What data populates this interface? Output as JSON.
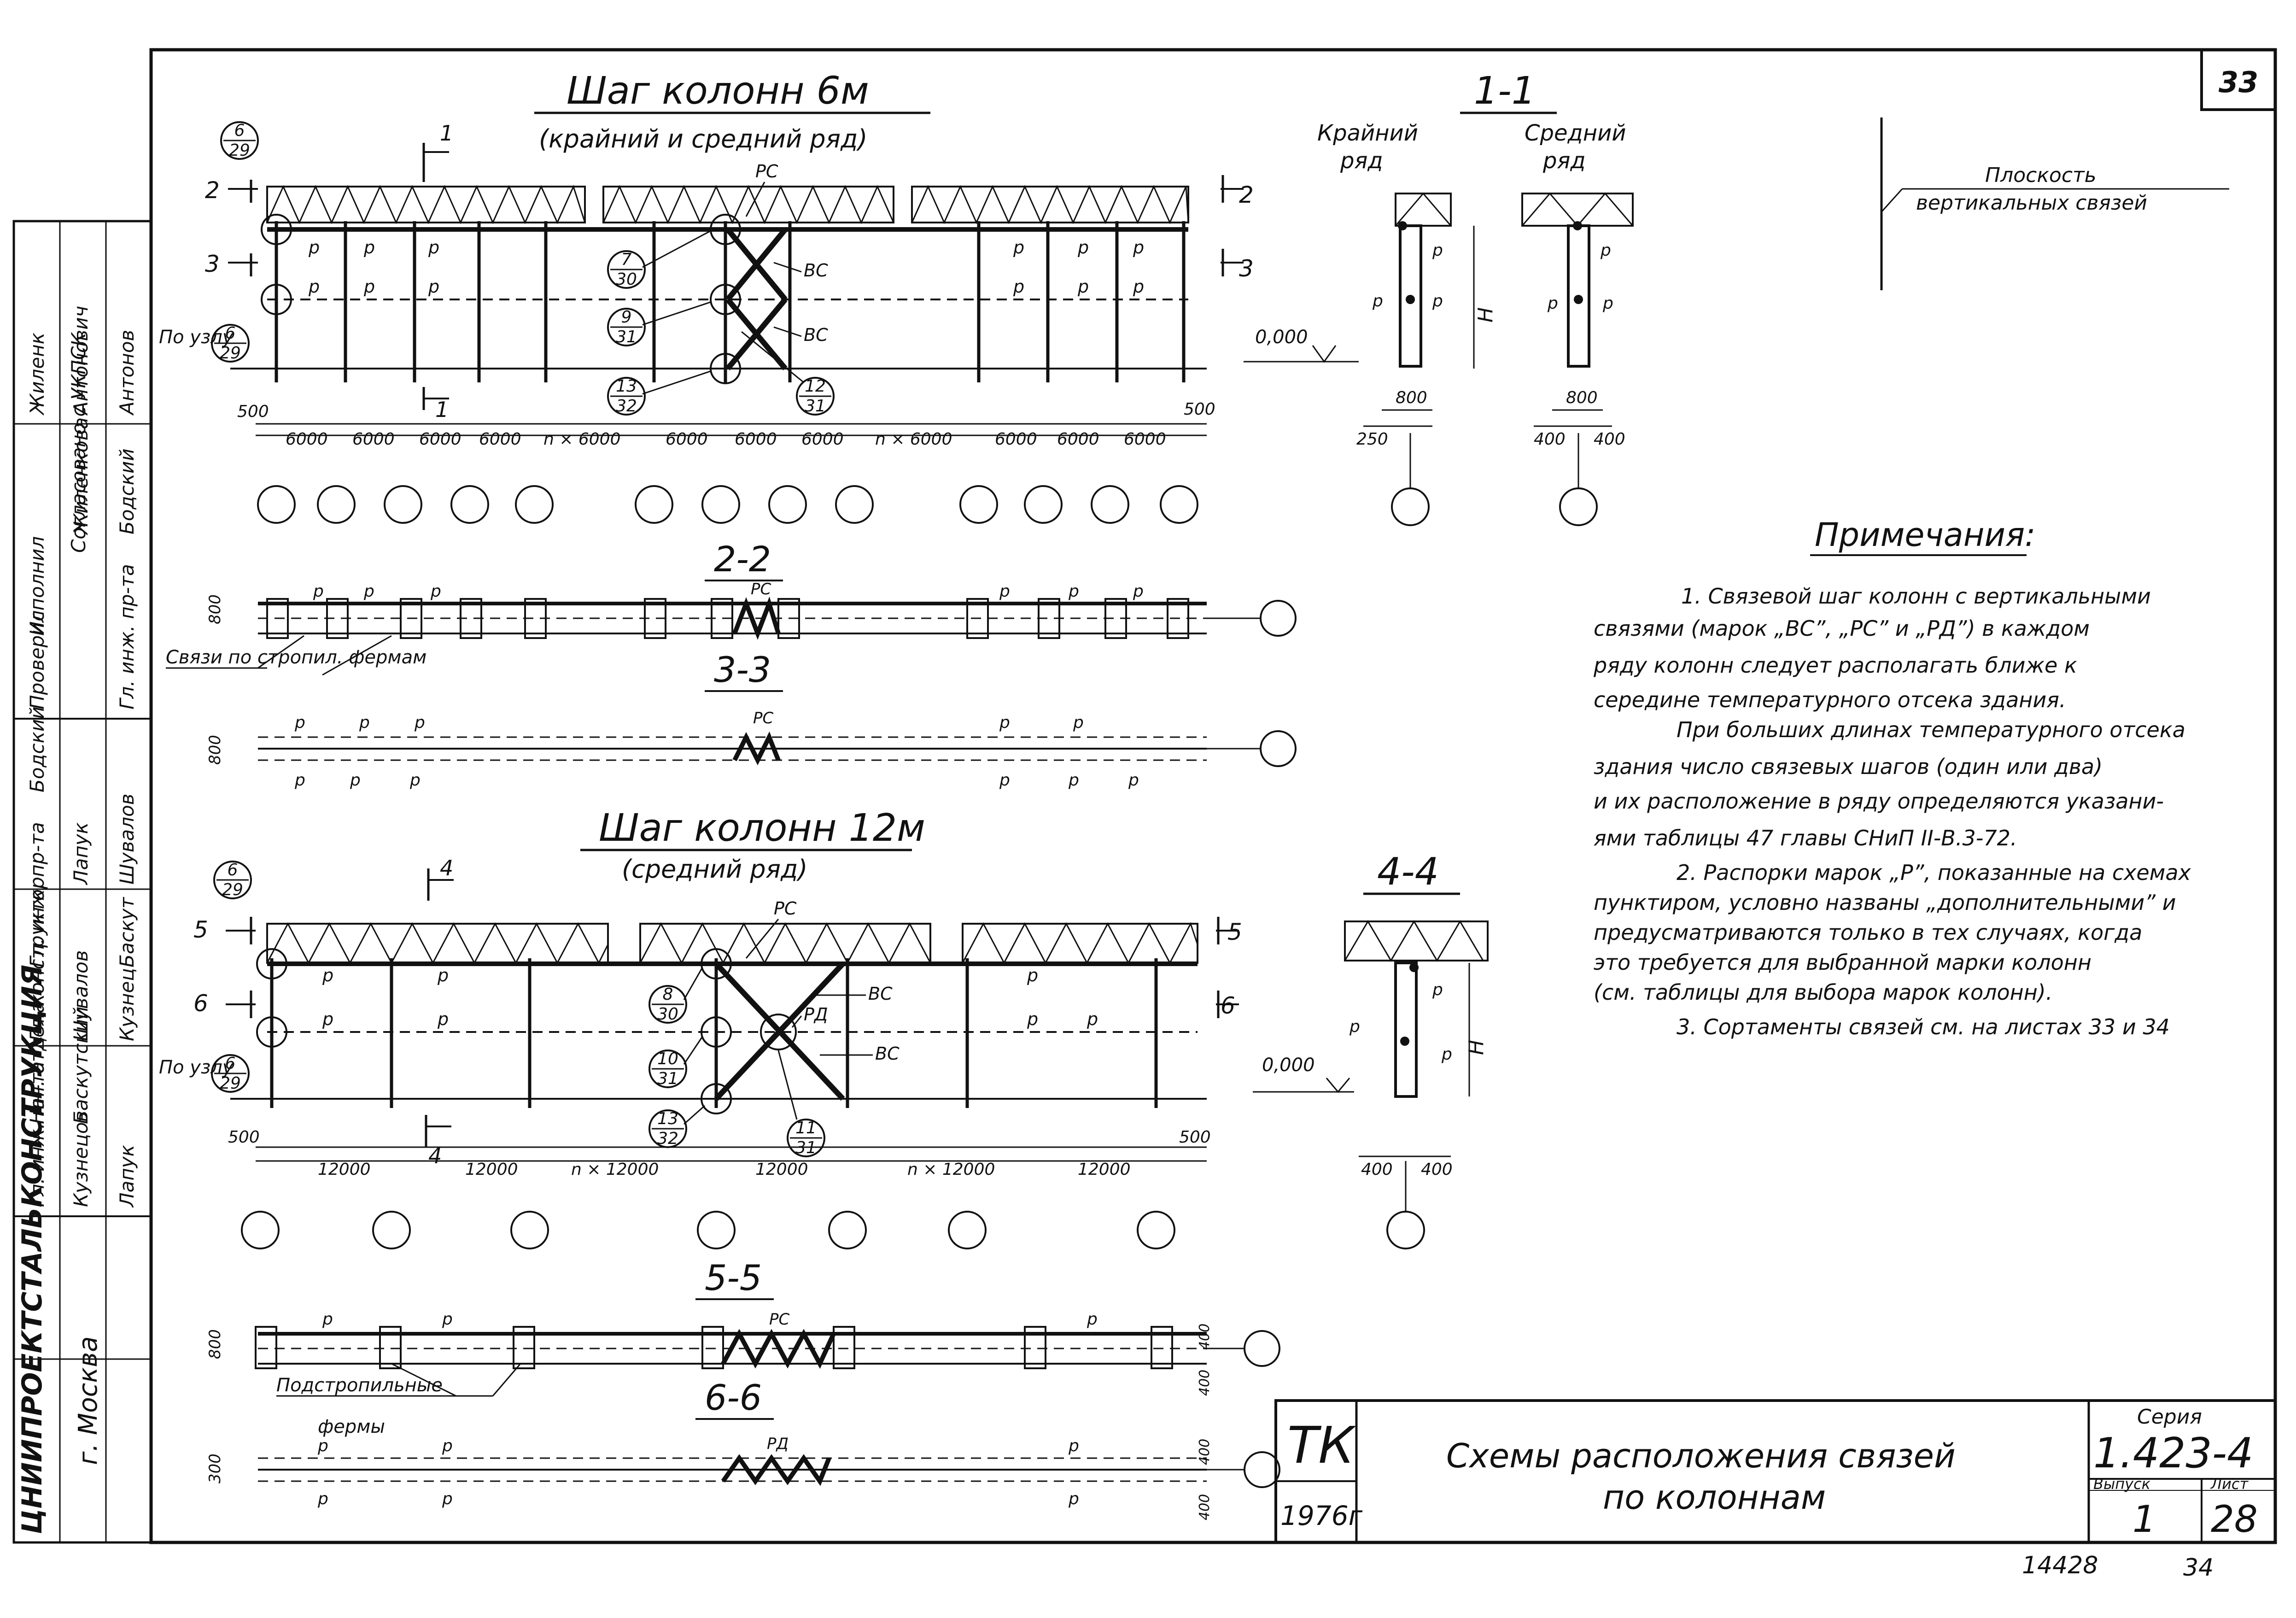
{
  "sheet": {
    "sheet_number": "33",
    "bottom_left_code": "14428",
    "bottom_right_code": "34"
  },
  "left_stamp": {
    "organization": "ЦНИИПРОЕКТСТАЛЬКОНСТРУКЦИЯ",
    "city": "г. Москва",
    "rows": [
      {
        "role": "Гл. инж. ин-та",
        "name": "Кузнецов",
        "sign": "Кузнец"
      },
      {
        "role": "Нач. отдела",
        "name": "Баскутский",
        "sign": "Баскут"
      },
      {
        "role": "Гл. конструктор",
        "name": "Шувалов",
        "sign": "Шувалов"
      },
      {
        "role": "Гл. инж. пр-та",
        "name": "Лапук",
        "sign": "Лапук"
      },
      {
        "role": "Проверил",
        "name": "Жиленкова",
        "sign": "Жиленк"
      },
      {
        "role": "Исполнил",
        "name": "Антонович",
        "sign": "Антонов"
      },
      {
        "role": "Согласовано с УКПСК",
        "name": "",
        "sign": ""
      },
      {
        "role": "Гл. инж. пр-та",
        "name": "Бодский",
        "sign": "Бодский"
      }
    ]
  },
  "section_6m": {
    "title": "Шаг колонн 6м",
    "subtitle": "(крайний и средний ряд)",
    "cut_marks": [
      "1",
      "1",
      "2",
      "2",
      "3",
      "3"
    ],
    "node_refs": [
      "6/29",
      "6/29",
      "7/30",
      "9/31",
      "13/32",
      "12/31"
    ],
    "node_label": "По узлу",
    "brace_labels": [
      "РС",
      "ВС",
      "ВС"
    ],
    "strut": "р",
    "end_offset_left": "500",
    "end_offset_right": "500",
    "spans": [
      "6000",
      "6000",
      "6000",
      "6000",
      "n × 6000",
      "6000",
      "6000",
      "6000",
      "n × 6000",
      "6000",
      "6000",
      "6000"
    ]
  },
  "section_12m": {
    "title": "Шаг колонн 12м",
    "subtitle": "(средний ряд)",
    "cut_marks": [
      "4",
      "4",
      "5",
      "5",
      "6",
      "6"
    ],
    "node_refs": [
      "6/29",
      "6/29",
      "8/30",
      "10/31",
      "13/32",
      "11/31"
    ],
    "node_label": "По узлу",
    "brace_labels": [
      "РС",
      "РД",
      "ВС",
      "ВС"
    ],
    "strut": "р",
    "end_offset_left": "500",
    "end_offset_right": "500",
    "spans": [
      "12000",
      "12000",
      "n × 12000",
      "12000",
      "n × 12000",
      "12000"
    ]
  },
  "elevation_mark": "0,000",
  "cuts": {
    "c22": {
      "title": "2-2",
      "dim": "800",
      "brace": "РС",
      "callout": "Связи по стропил. фермам"
    },
    "c33": {
      "title": "3-3",
      "dim": "800",
      "brace": "РС"
    },
    "c55": {
      "title": "5-5",
      "dim": "800",
      "brace": "РС",
      "dim_right_top": "400",
      "dim_right_bottom": "400",
      "callout": "Подстропильные фермы"
    },
    "c66": {
      "title": "6-6",
      "dim": "300",
      "brace": "РД",
      "dim_right_top": "400",
      "dim_right_bottom": "400"
    }
  },
  "section_11": {
    "title": "1-1",
    "extreme_row": "Крайний ряд",
    "middle_row": "Средний ряд",
    "height": "H",
    "dim_800a": "800",
    "dim_250": "250",
    "dim_800b": "800",
    "dim_400a": "400",
    "dim_400b": "400"
  },
  "section_44": {
    "title": "4-4",
    "height": "H",
    "dim_400a": "400",
    "dim_400b": "400"
  },
  "plane_legend": "Плоскость вертикальных связей",
  "notes": {
    "title": "Примечания:",
    "items": [
      "1. Связевой шаг колонн с вертикальными",
      "связями (марок „ВС”, „РС” и „РД”) в каждом",
      "ряду колонн следует располагать ближе к",
      "середине температурного отсека здания.",
      "При больших длинах температурного отсека",
      "здания число связевых шагов (один или два)",
      "и их расположение в ряду определяются указани-",
      "ями таблицы 47 главы СНиП II-В.3-72.",
      "2. Распорки марок „Р”, показанные на схемах",
      "пунктиром, условно названы „дополнительными” и",
      "предусматриваются только в тех случаях, когда",
      "это требуется для выбранной марки колонн",
      "(см. таблицы для выбора марок колонн).",
      "3. Сортаменты связей см. на листах 33 и 34"
    ]
  },
  "title_block": {
    "code": "ТК",
    "year": "1976г",
    "title_line1": "Схемы расположения связей",
    "title_line2": "по колоннам",
    "series_label": "Серия",
    "series_value": "1.423-4",
    "issue_label": "Выпуск",
    "issue_value": "1",
    "sheet_label": "Лист",
    "sheet_value": "28"
  }
}
